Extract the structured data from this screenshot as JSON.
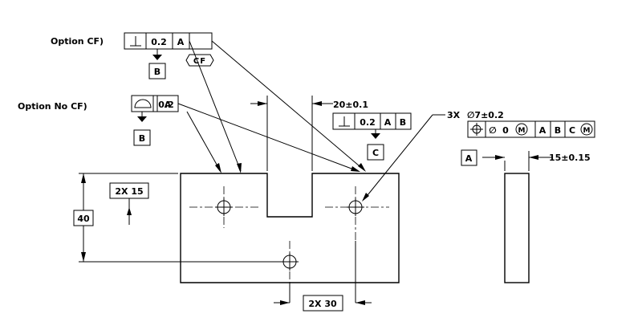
{
  "callouts": {
    "option_cf": "Option CF)",
    "option_no_cf": "Option No CF)"
  },
  "fcf_perpendicularity_cf": {
    "symbol": "perpendicularity",
    "tolerance": "0.2",
    "datum": "A",
    "datum_feature": "B",
    "modifier": "CF"
  },
  "fcf_profile_no_cf": {
    "symbol": "profile-of-a-line",
    "tolerance": "0.2",
    "datum": "A",
    "datum_feature": "B"
  },
  "fcf_perpendicularity_slot": {
    "symbol": "perpendicularity",
    "tolerance": "0.2",
    "datum_1": "A",
    "datum_2": "B",
    "datum_feature": "C"
  },
  "fcf_position_holes": {
    "symbol": "position",
    "diameter_symbol": "∅",
    "tolerance": "0",
    "modifier_1": "M",
    "datum_1": "A",
    "datum_2": "B",
    "datum_3": "C",
    "modifier_2": "M"
  },
  "dimensions": {
    "slot_width": "20±0.1",
    "hole_count": "3X",
    "hole_diameter": "∅7±0.2",
    "hole_vertical": "2X 15",
    "height": "40",
    "hole_horizontal": "2X 30",
    "thickness": "15±0.15"
  },
  "datums": {
    "side_view_datum": "A"
  }
}
